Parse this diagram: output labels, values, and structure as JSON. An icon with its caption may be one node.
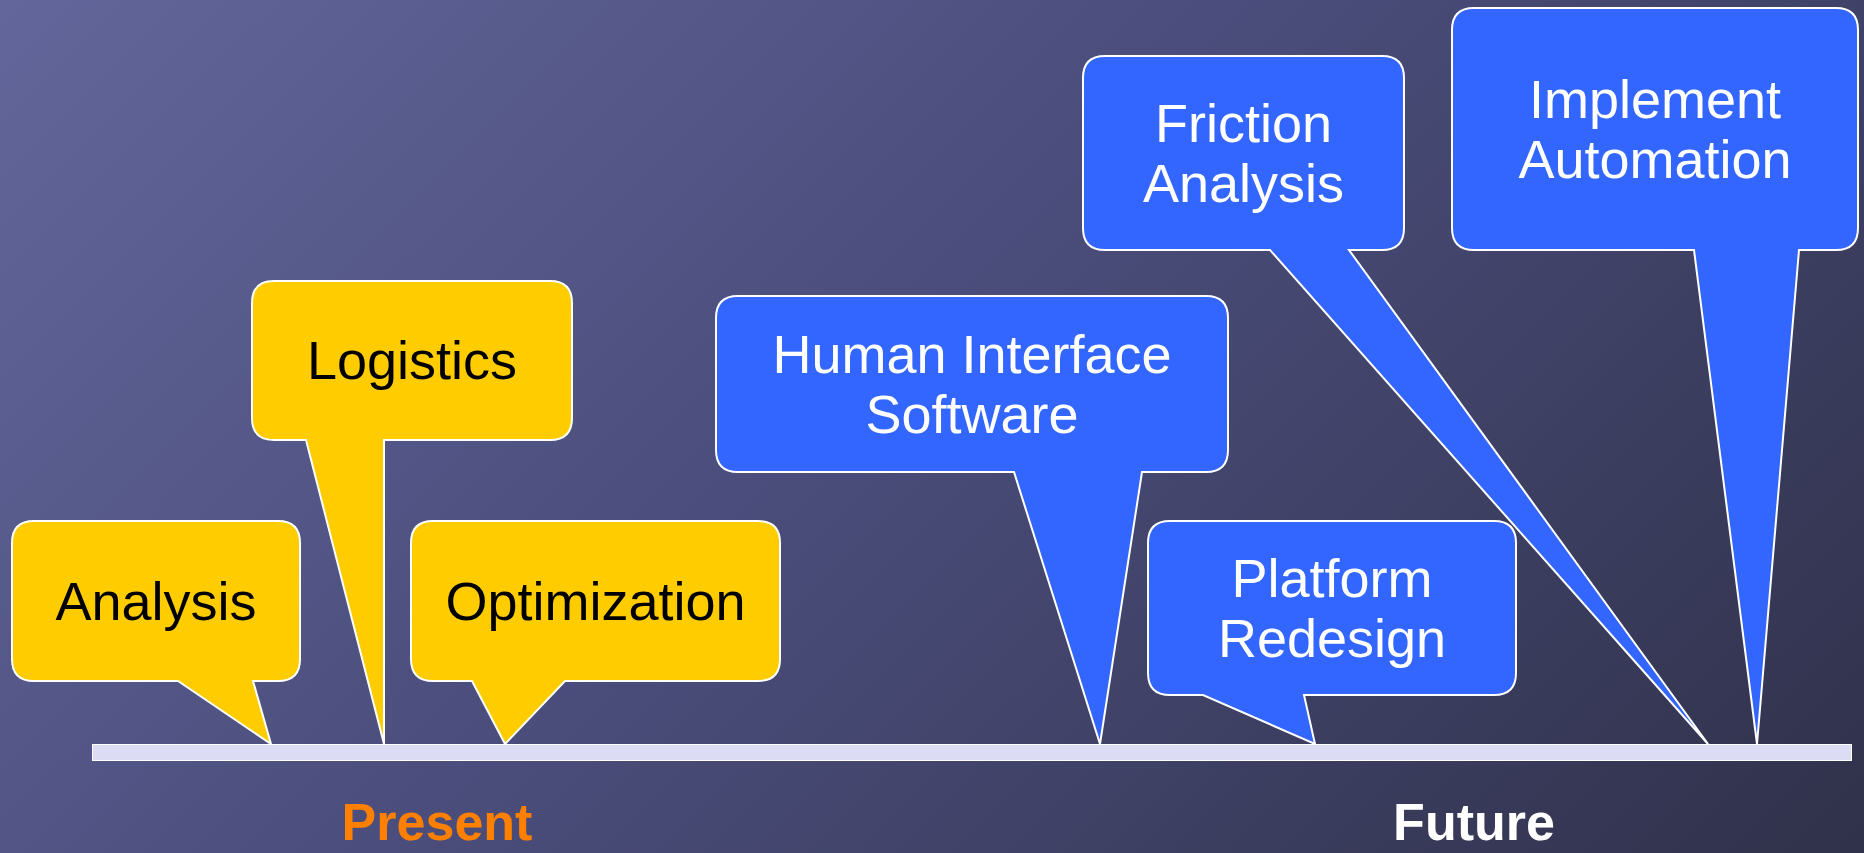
{
  "diagram": {
    "nodes": [
      {
        "text": [
          "Analysis"
        ]
      },
      {
        "text": [
          "Logistics"
        ]
      },
      {
        "text": [
          "Optimization"
        ]
      },
      {
        "text": [
          "Human Interface Software"
        ]
      },
      {
        "text": [
          "Platform Redesign"
        ]
      },
      {
        "text": [
          "Friction Analysis"
        ]
      },
      {
        "text": [
          "Implement Automation"
        ]
      },
      {
        "text": [],
        "shape": "bar"
      }
    ],
    "labels": [
      "Present",
      "Future"
    ]
  }
}
